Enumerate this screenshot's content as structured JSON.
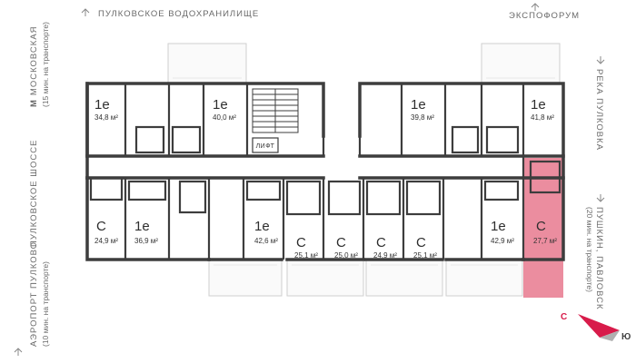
{
  "directions": {
    "top_left": "ПУЛКОВСКОЕ ВОДОХРАНИЛИЩЕ",
    "top_right": "ЭКСПОФОРУМ",
    "left_1_main": "МОСКОВСКАЯ",
    "left_1_metro": "М",
    "left_1_sub": "(15 мин. на транспорте)",
    "left_2": "ПУЛКОВСКОЕ ШОССЕ",
    "left_3_main": "АЭРОПОРТ ПУЛКОВО",
    "left_3_sub": "(10 мин. на транспорте)",
    "right_1": "РЕКА ПУЛКОВКА",
    "right_2_main": "ПУШКИН, ПАВЛОВСК",
    "right_2_sub": "(20 мин. на транспорте)"
  },
  "compass": {
    "south": "С",
    "north": "Ю"
  },
  "lift_label": "ЛИФТ",
  "apartments": [
    {
      "type": "1е",
      "area": "34,8 м²",
      "highlighted": false
    },
    {
      "type": "1е",
      "area": "40,0 м²",
      "highlighted": false
    },
    {
      "type": "1е",
      "area": "39,8 м²",
      "highlighted": false
    },
    {
      "type": "1е",
      "area": "41,8 м²",
      "highlighted": false
    },
    {
      "type": "С",
      "area": "24,9 м²",
      "highlighted": false
    },
    {
      "type": "1е",
      "area": "36,9 м²",
      "highlighted": false
    },
    {
      "type": "1е",
      "area": "42,6 м²",
      "highlighted": false
    },
    {
      "type": "С",
      "area": "25,1 м²",
      "highlighted": false
    },
    {
      "type": "С",
      "area": "25,0 м²",
      "highlighted": false
    },
    {
      "type": "С",
      "area": "24,9 м²",
      "highlighted": false
    },
    {
      "type": "С",
      "area": "25,1 м²",
      "highlighted": false
    },
    {
      "type": "1е",
      "area": "42,9 м²",
      "highlighted": false
    },
    {
      "type": "С",
      "area": "27,7 м²",
      "highlighted": true
    }
  ],
  "colors": {
    "highlight": "#e8798e",
    "wall": "#3d3d3d",
    "balcony": "#cfcfcf",
    "accent": "#d81b4a"
  }
}
